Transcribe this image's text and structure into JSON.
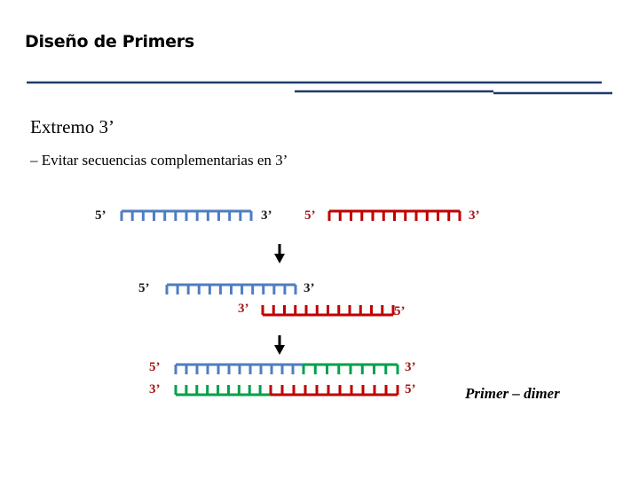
{
  "slide": {
    "title": "Diseño de Primers",
    "heading": "Extremo 3’",
    "bullet": "– Evitar secuencias complementarias en 3’",
    "caption": "Primer – dimer"
  },
  "labels": {
    "row1_left_5": "5’",
    "row1_left_3": "3’",
    "row1_right_5": "5’",
    "row1_right_3": "3’",
    "row2_blue_5": "5’",
    "row2_blue_3": "3’",
    "row2_red_3": "3’",
    "row2_red_5": "5’",
    "row3_left_5": "5’",
    "row3_left_3": "3’",
    "row3_right_3": "3’",
    "row3_right_5": "5’"
  },
  "colors": {
    "blue_strand": "#4f7ec0",
    "red_strand": "#c00000",
    "green_strand": "#00a14b",
    "title_rule": "#1f3a6b",
    "arrow": "#000000"
  }
}
